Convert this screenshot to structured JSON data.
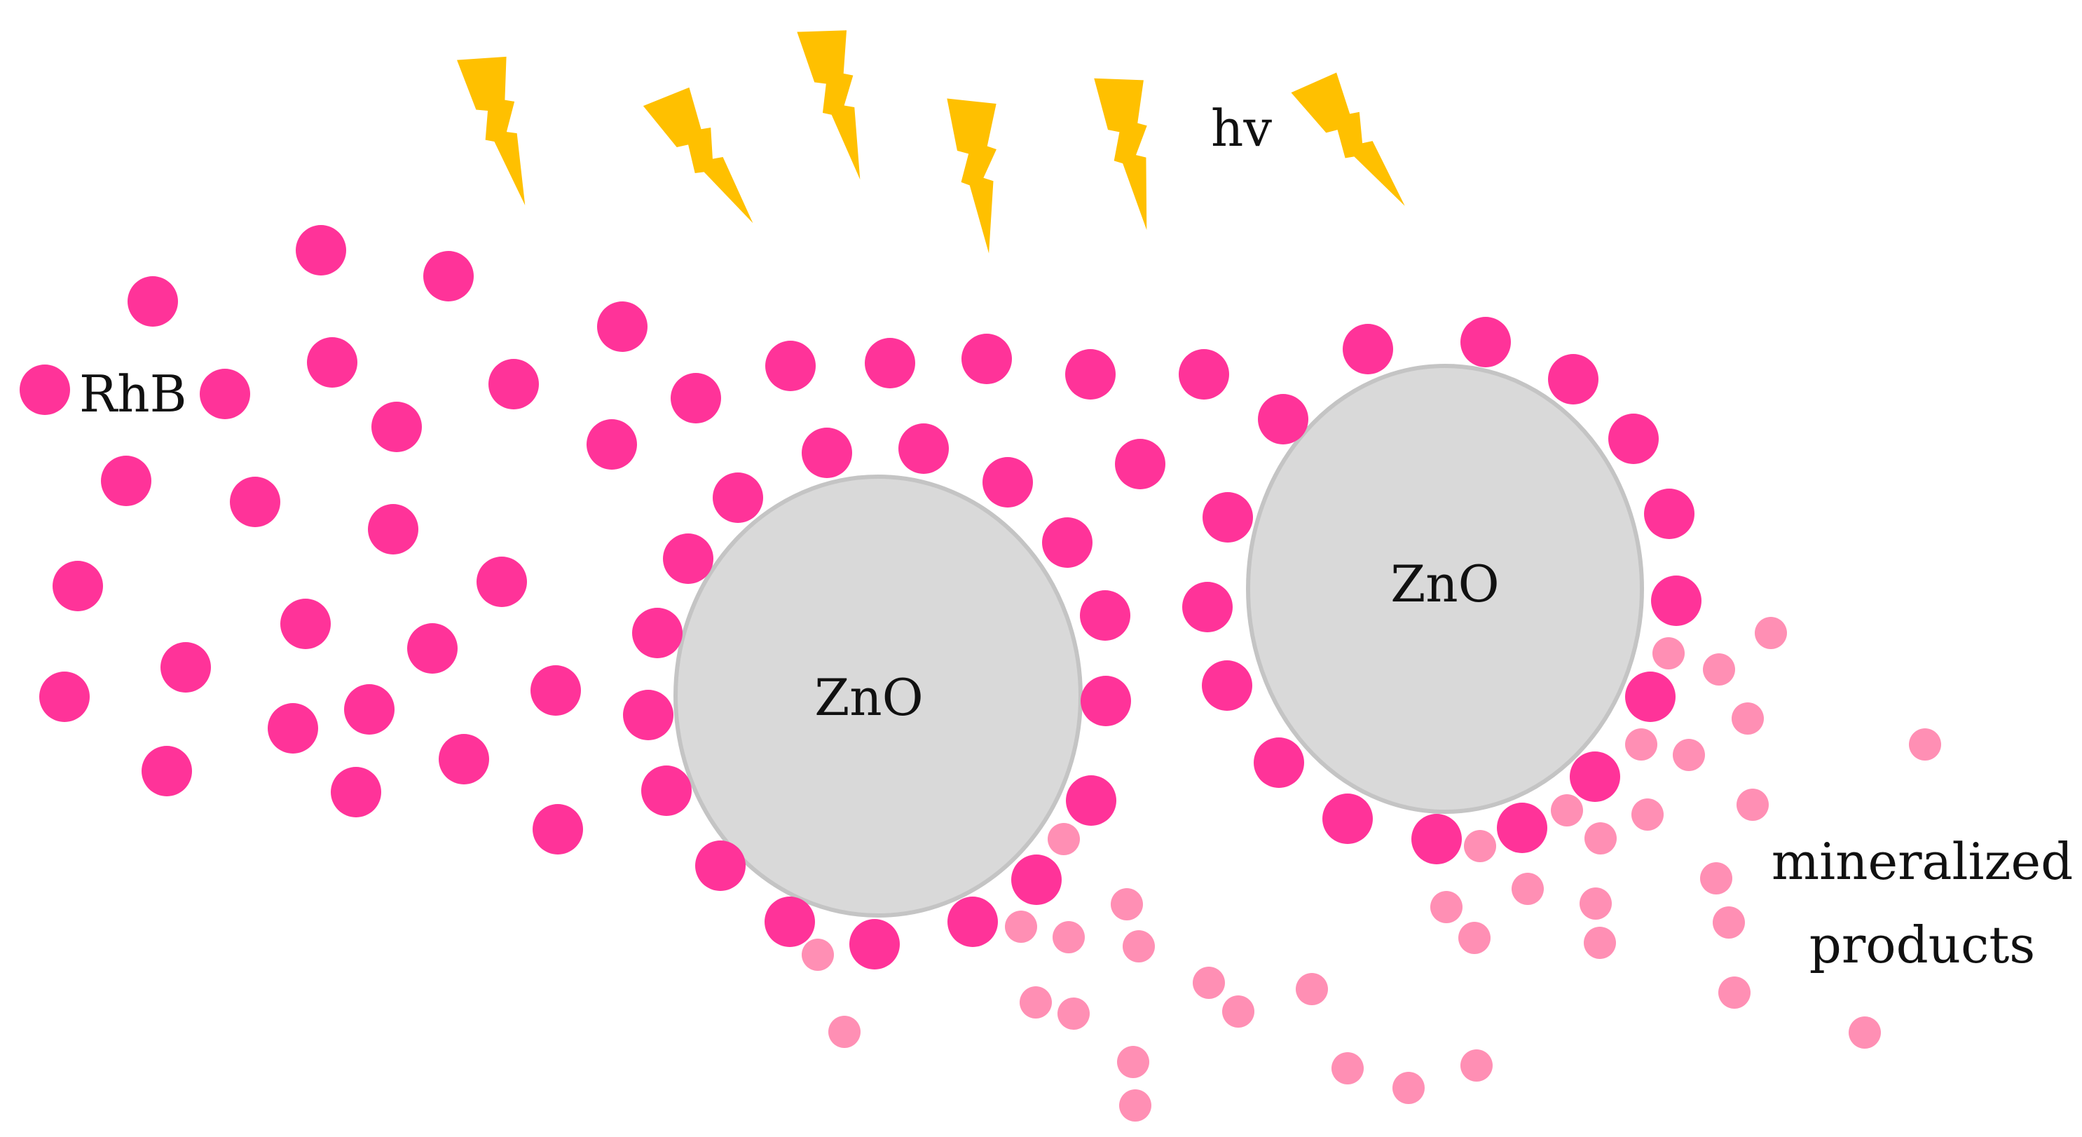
{
  "labels": {
    "light": "hv",
    "dye": "RhB",
    "catalyst_left": "ZnO",
    "catalyst_right": "ZnO",
    "products_line1": "mineralized",
    "products_line2": "products"
  },
  "colors": {
    "dye": "#ff3399",
    "product": "#ff8fb4",
    "catalyst_fill": "#d9d9d9",
    "catalyst_stroke": "#c4c4c4",
    "bolt": "#ffc000",
    "text": "#111111"
  },
  "icons": [
    "lightning-bolt-icon"
  ]
}
